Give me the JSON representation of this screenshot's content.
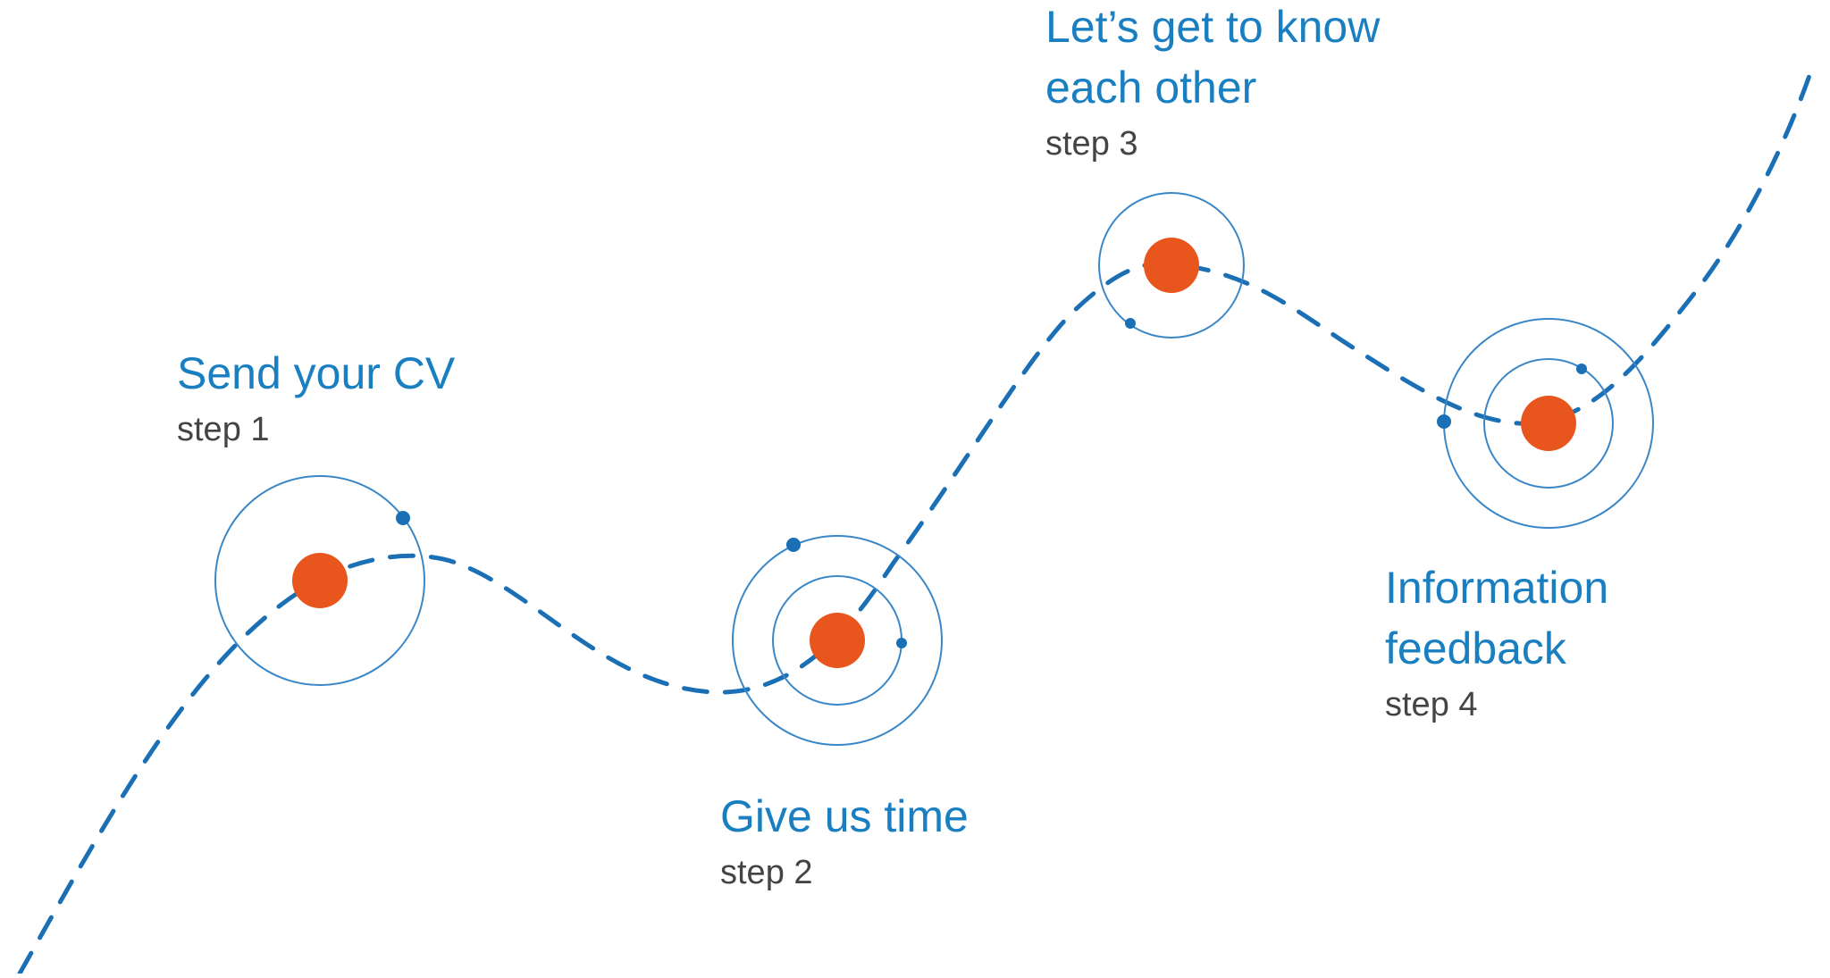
{
  "colors": {
    "path": "#1a6fb5",
    "ring": "#3a87c8",
    "dot": "#e8561e",
    "title": "#1a7fc1",
    "step_label": "#444444"
  },
  "steps": [
    {
      "title_lines": [
        "Send your CV"
      ],
      "label": "step 1"
    },
    {
      "title_lines": [
        "Give us time"
      ],
      "label": "step 2"
    },
    {
      "title_lines": [
        "Let’s get to know",
        "each other"
      ],
      "label": "step 3"
    },
    {
      "title_lines": [
        "Information",
        "feedback"
      ],
      "label": "step 4"
    }
  ]
}
